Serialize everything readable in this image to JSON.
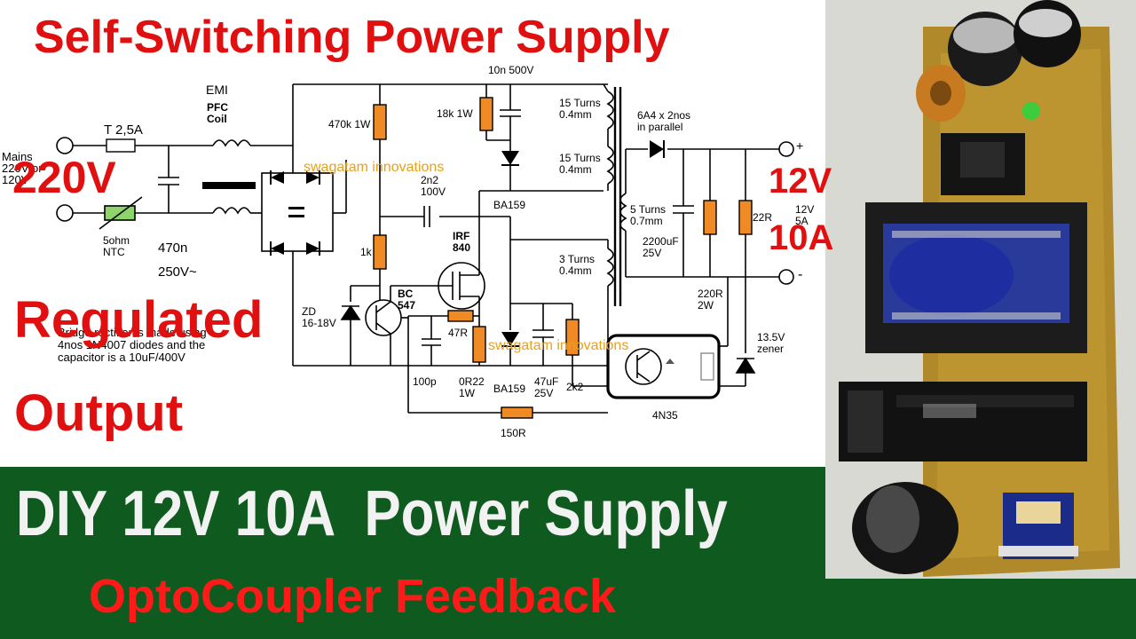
{
  "title": "Self-Switching Power Supply",
  "input_voltage": "220V",
  "output_voltage": "12V",
  "output_current": "10A",
  "side_text": [
    "Regulated",
    "Output"
  ],
  "banner_main": "DIY 12V 10A  Power Supply",
  "banner_sub": "OptoCoupler Feedback",
  "watermark": "swagatam innovations",
  "colors": {
    "title_red": "#e01010",
    "banner_green": "#0f5a1e",
    "resistor_orange": "#f08a24",
    "wire": "#000000"
  },
  "labels": {
    "mains": "Mains\n220V or\n120V",
    "fuse": "T 2,5A",
    "emi": "EMI",
    "pfc": "PFC\nCoil",
    "ntc": "5ohm\nNTC",
    "cap_470n": "470n",
    "cap_250v": "250V~",
    "r_470k": "470k 1W",
    "r_18k": "18k 1W",
    "c_10n": "10n 500V",
    "c_2n2": "2n2\n100V",
    "d_ba159_top": "BA159",
    "r_1k": "1k",
    "q_irf": "IRF\n840",
    "q_bc": "BC\n547",
    "zd": "ZD\n16-18V",
    "r_47r": "47R",
    "c_100p": "100p",
    "r_0r22": "0R22\n1W",
    "d_ba159_bot": "BA159",
    "c_47u": "47uF\n25V",
    "r_2k2": "2k2",
    "r_150r": "150R",
    "opto": "4N35",
    "t_15a": "15 Turns\n0.4mm",
    "t_15b": "15 Turns\n0.4mm",
    "t_5": "5 Turns\n0.7mm",
    "t_3": "3 Turns\n0.4mm",
    "d_6a4": "6A4 x 2nos\nin parallel",
    "c_2200": "2200uF\n25V",
    "r_220r": "220R\n2W",
    "r_22r": "22R",
    "z_135": "13.5V\nzener",
    "out_12v": "12V\n5A",
    "plus": "+",
    "minus": "-",
    "bridge_note": "Bridge rectifier is made using\n4nos 1N4007 diodes and the\ncapacitor is a 10uF/400V"
  }
}
